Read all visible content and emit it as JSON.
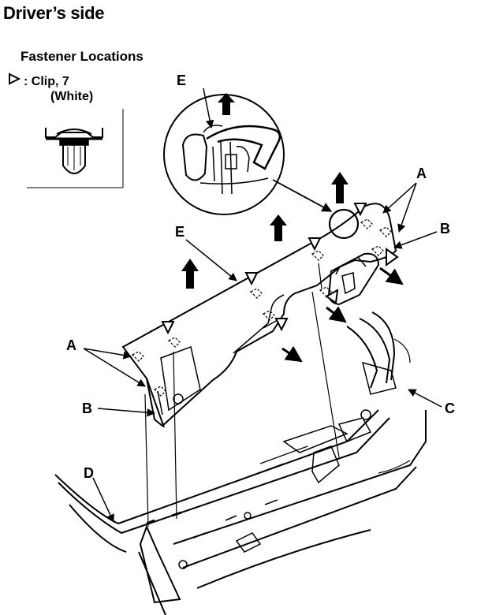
{
  "header": {
    "title": "Driver’s side",
    "subtitle": "Fastener Locations"
  },
  "legend": {
    "symbol_colon": ": ",
    "clip_text": "Clip, 7",
    "clip_color": "(White)",
    "symbol_icon": "triangle-outline-icon"
  },
  "callouts": {
    "A_top": "A",
    "A_left": "A",
    "B_right": "B",
    "B_left": "B",
    "C": "C",
    "D": "D",
    "E_detail": "E",
    "E_panel": "E"
  },
  "colors": {
    "ink": "#000000",
    "paper": "#ffffff"
  }
}
